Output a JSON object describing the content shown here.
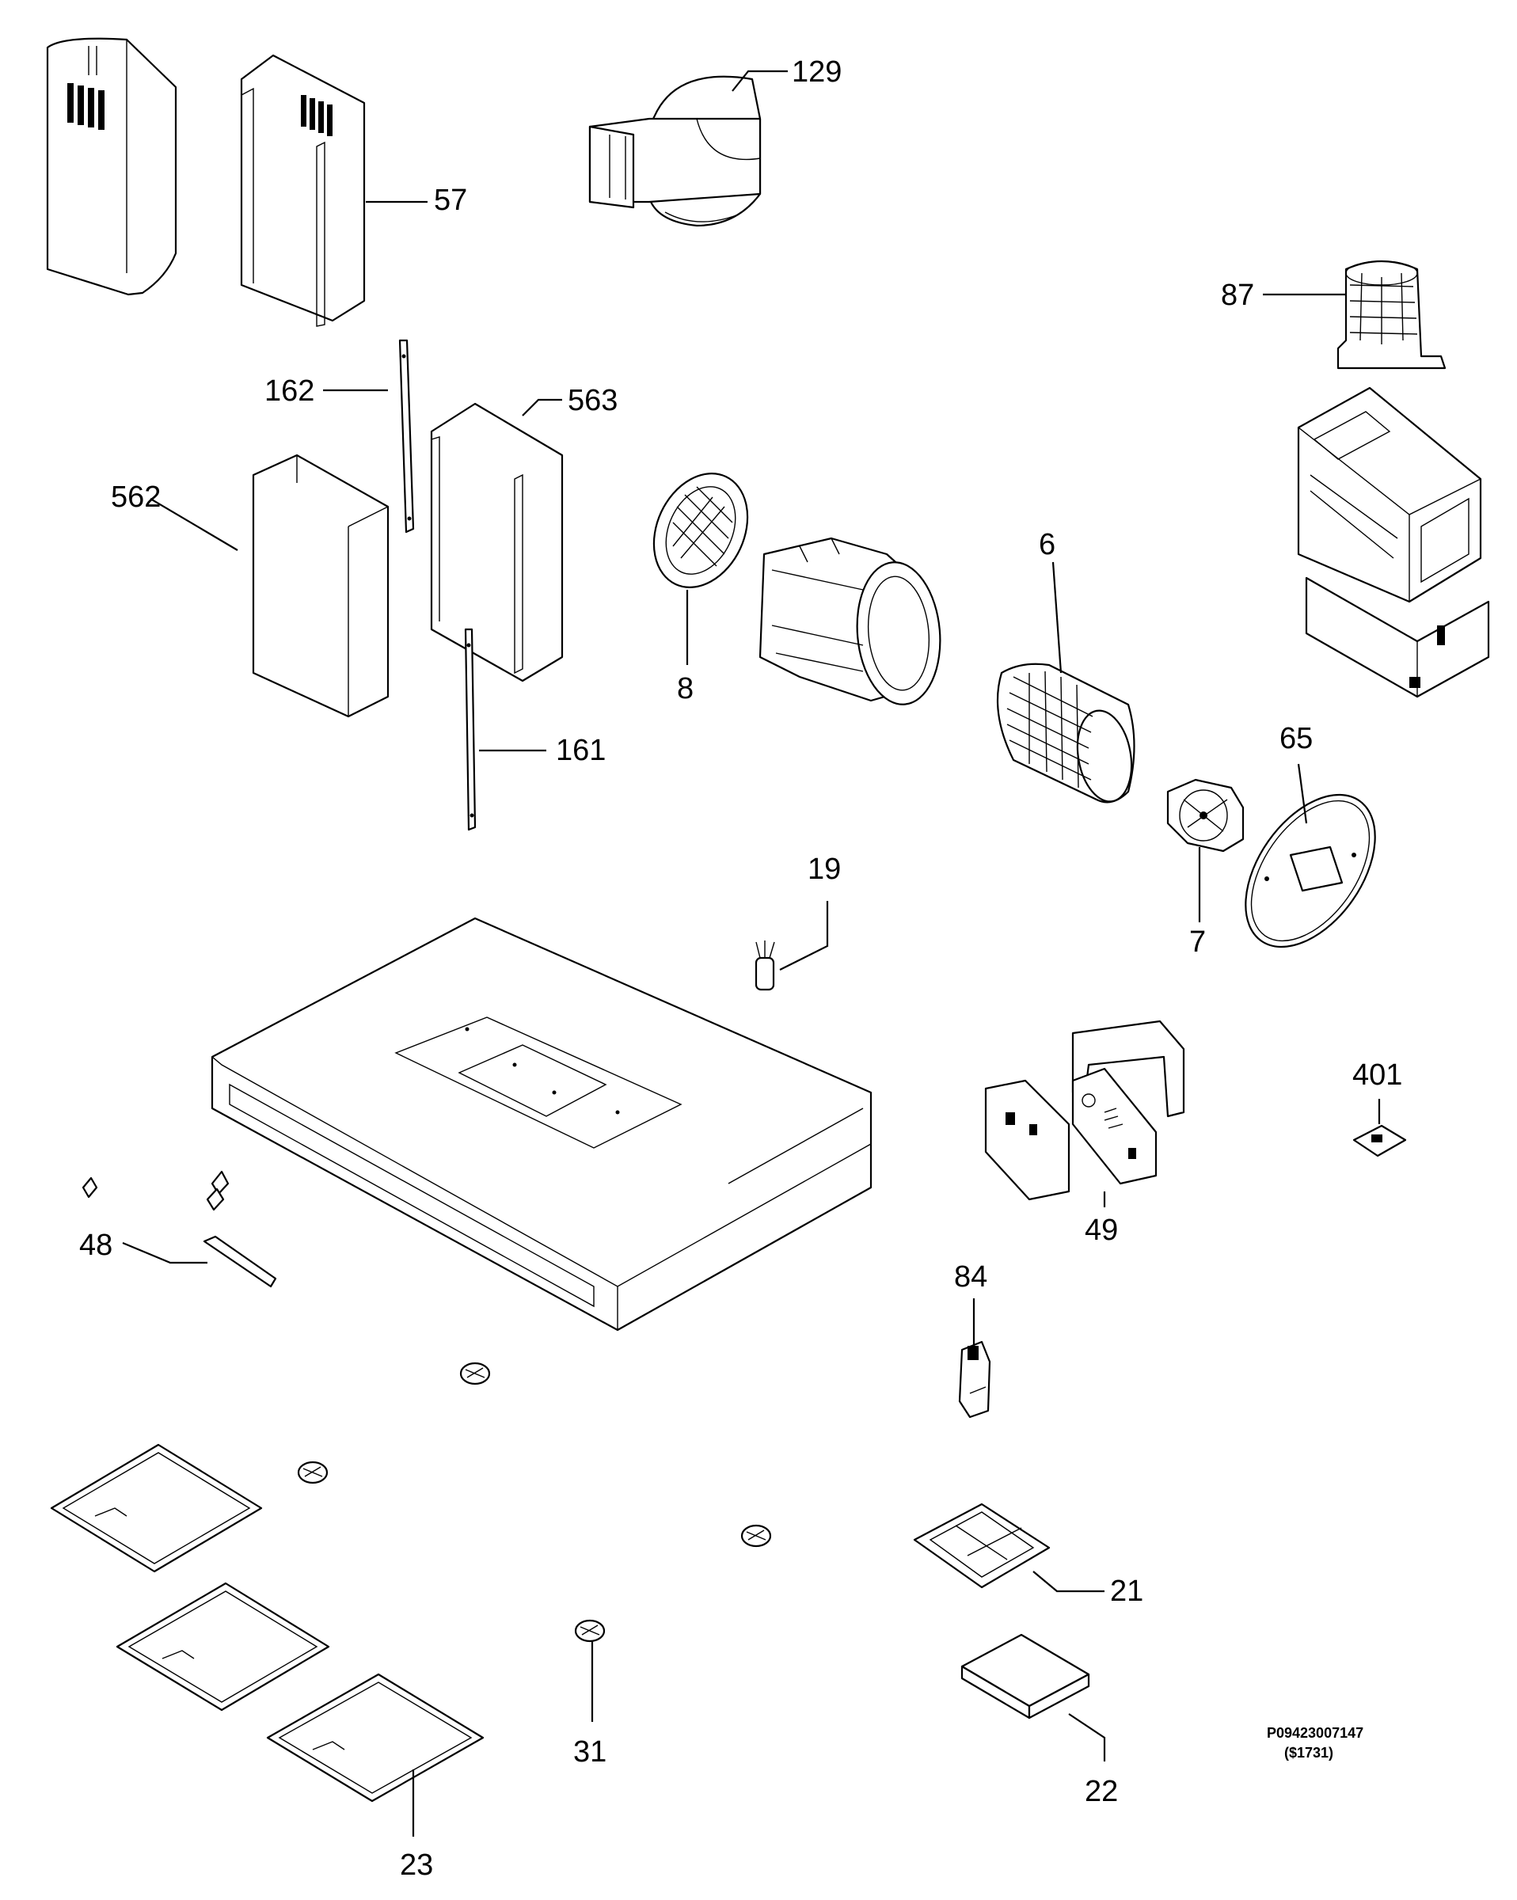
{
  "diagram": {
    "callouts": {
      "c129": "129",
      "c57": "57",
      "c87": "87",
      "c162": "162",
      "c563": "563",
      "c562": "562",
      "c6": "6",
      "c8": "8",
      "c161": "161",
      "c65": "65",
      "c19": "19",
      "c7": "7",
      "c401": "401",
      "c48": "48",
      "c49": "49",
      "c84": "84",
      "c21": "21",
      "c31": "31",
      "c22": "22",
      "c23": "23"
    },
    "reference_code": "P09423007147",
    "reference_price": "($1731)"
  }
}
